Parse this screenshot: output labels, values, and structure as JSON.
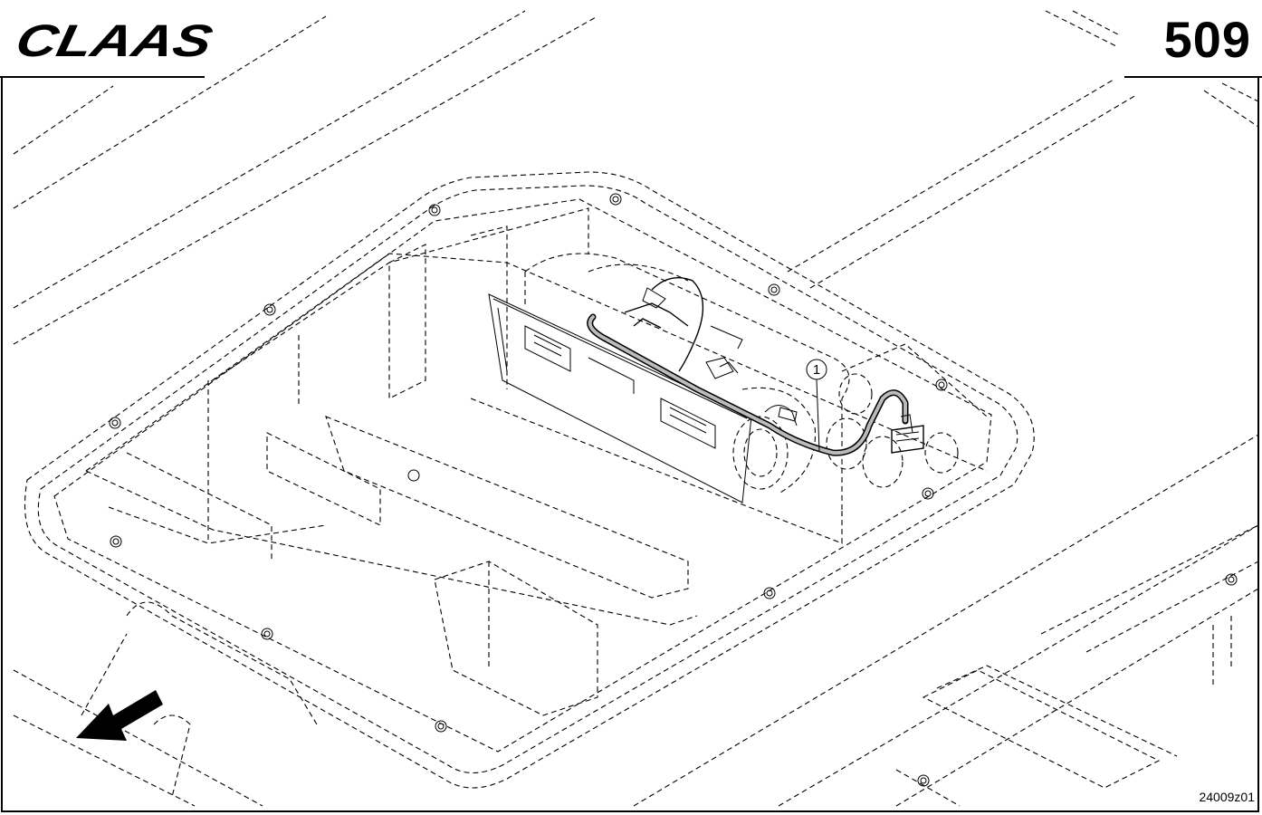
{
  "header": {
    "brand": "CLAAS",
    "page_number": "509"
  },
  "callouts": [
    {
      "label": "1",
      "name": "wiring-harness"
    }
  ],
  "footer": {
    "drawing_id": "24009z01"
  },
  "direction_arrow": {
    "icon": "arrow-down-left-icon"
  }
}
